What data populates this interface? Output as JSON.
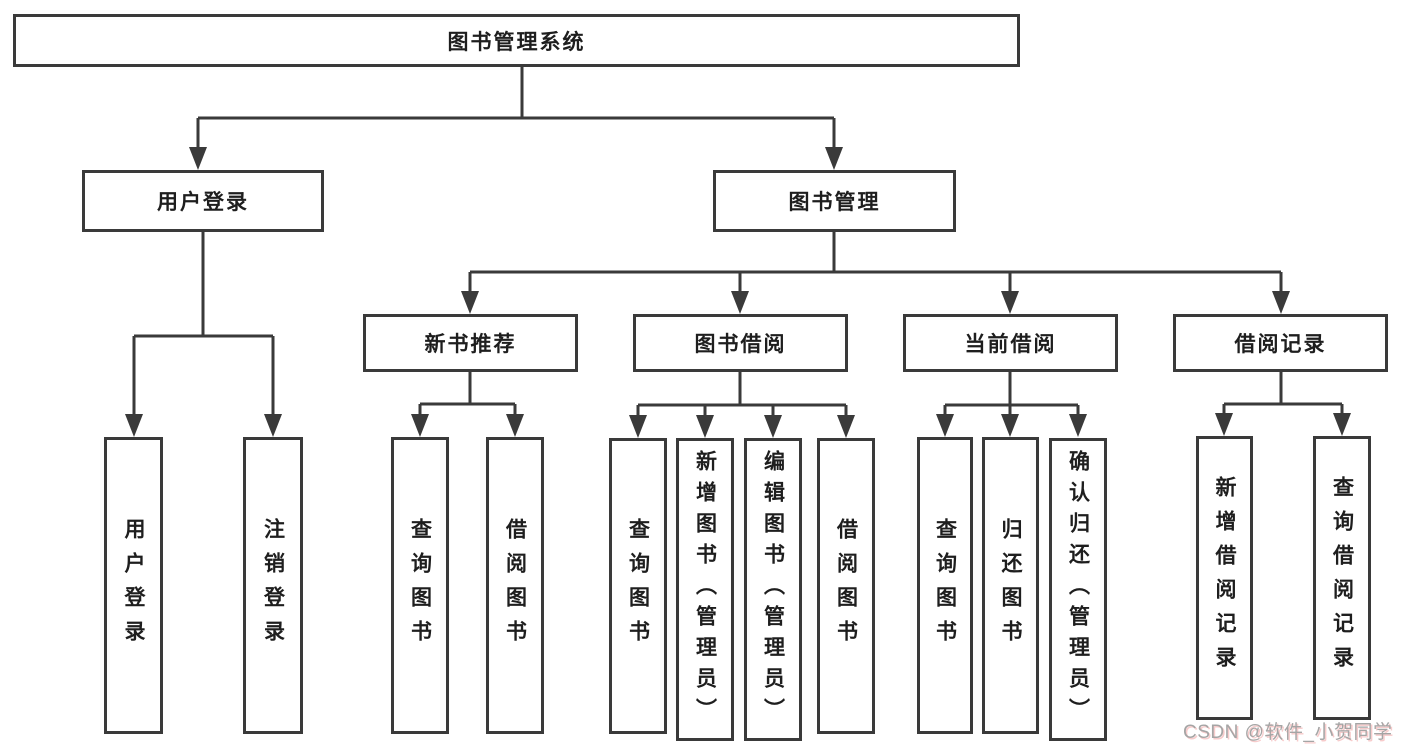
{
  "title": "图书管理系统",
  "watermark": {
    "text": "CSDN @软件_小贺同学"
  },
  "colors": {
    "line": "#3a3a3a",
    "box_border": "#3a3a3a",
    "text": "#1e1e1e",
    "background": "#ffffff",
    "watermark": "#a5a5a5"
  },
  "tree": {
    "label": "图书管理系统",
    "children": [
      {
        "label": "用户登录",
        "children": [
          {
            "label": "用户登录"
          },
          {
            "label": "注销登录"
          }
        ]
      },
      {
        "label": "图书管理",
        "children": [
          {
            "label": "新书推荐",
            "children": [
              {
                "label": "查询图书"
              },
              {
                "label": "借阅图书"
              }
            ]
          },
          {
            "label": "图书借阅",
            "children": [
              {
                "label": "查询图书"
              },
              {
                "label": "新增图书（管理员）"
              },
              {
                "label": "编辑图书（管理员）"
              },
              {
                "label": "借阅图书"
              }
            ]
          },
          {
            "label": "当前借阅",
            "children": [
              {
                "label": "查询图书"
              },
              {
                "label": "归还图书"
              },
              {
                "label": "确认归还（管理员）"
              }
            ]
          },
          {
            "label": "借阅记录",
            "children": [
              {
                "label": "新增借阅记录"
              },
              {
                "label": "查询借阅记录"
              }
            ]
          }
        ]
      }
    ]
  }
}
